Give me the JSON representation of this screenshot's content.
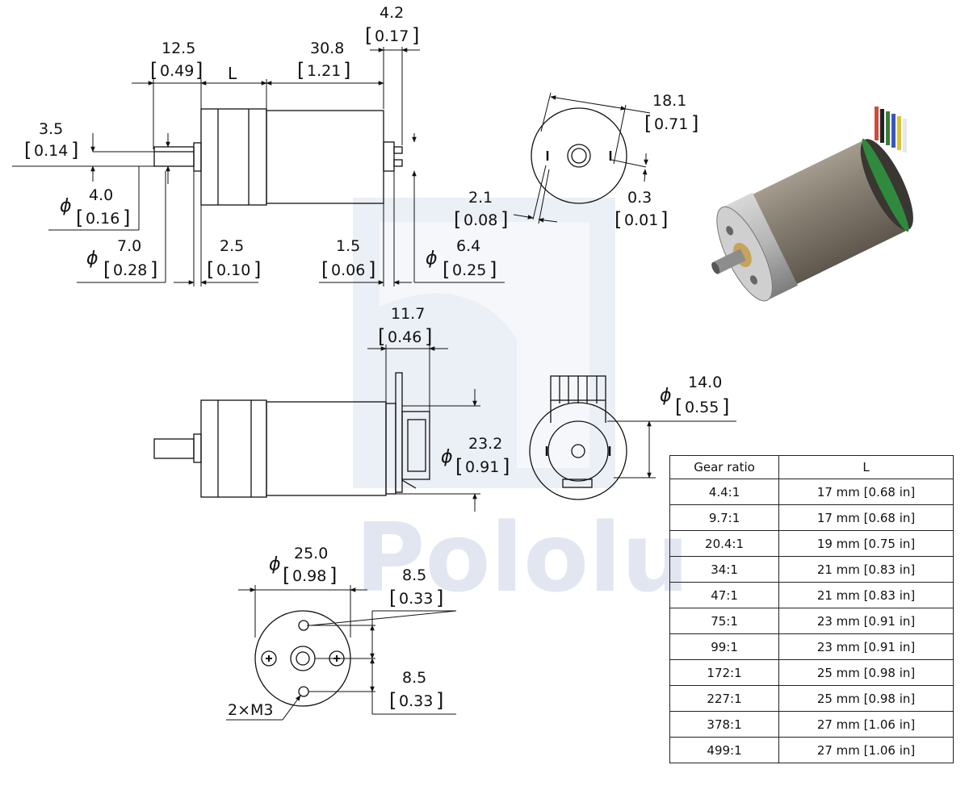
{
  "watermark": "Pololu",
  "side_view_top": {
    "dims": [
      {
        "id": "shaft-length",
        "value": "12.5",
        "inch": "0.49"
      },
      {
        "id": "gearbox-length",
        "label": "L"
      },
      {
        "id": "motor-length",
        "value": "30.8",
        "inch": "1.21"
      },
      {
        "id": "terminal-length",
        "value": "4.2",
        "inch": "0.17"
      },
      {
        "id": "shaft-flat",
        "value": "3.5",
        "inch": "0.14"
      },
      {
        "id": "shaft-diameter",
        "value": "4.0",
        "inch": "0.16"
      },
      {
        "id": "bushing-diameter",
        "value": "7.0",
        "inch": "0.28"
      },
      {
        "id": "bushing-length",
        "value": "2.5",
        "inch": "0.10"
      },
      {
        "id": "rear-bushing-length",
        "value": "1.5",
        "inch": "0.06"
      },
      {
        "id": "rear-bushing-diameter",
        "value": "6.4",
        "inch": "0.25"
      }
    ]
  },
  "rear_view_top": {
    "dims": [
      {
        "id": "terminal-span",
        "value": "18.1",
        "inch": "0.71"
      },
      {
        "id": "terminal-width",
        "value": "2.1",
        "inch": "0.08"
      },
      {
        "id": "terminal-thickness",
        "value": "0.3",
        "inch": "0.01"
      }
    ]
  },
  "side_view_encoder": {
    "dims": [
      {
        "id": "encoder-length",
        "value": "11.7",
        "inch": "0.46"
      },
      {
        "id": "encoder-height",
        "value": "23.2",
        "inch": "0.91"
      }
    ]
  },
  "rear_view_encoder": {
    "dims": [
      {
        "id": "encoder-disc-diameter",
        "value": "14.0",
        "inch": "0.55"
      }
    ]
  },
  "front_view": {
    "dims": [
      {
        "id": "gearbox-diameter",
        "value": "25.0",
        "inch": "0.98"
      },
      {
        "id": "hole-offset-top",
        "value": "8.5",
        "inch": "0.33"
      },
      {
        "id": "hole-offset-bottom",
        "value": "8.5",
        "inch": "0.33"
      }
    ],
    "mounting_label": "2×M3"
  },
  "gear_table": {
    "headers": [
      "Gear ratio",
      "L"
    ],
    "rows": [
      [
        "4.4:1",
        "17 mm [0.68 in]"
      ],
      [
        "9.7:1",
        "17 mm [0.68 in]"
      ],
      [
        "20.4:1",
        "19 mm [0.75 in]"
      ],
      [
        "34:1",
        "21 mm [0.83 in]"
      ],
      [
        "47:1",
        "21 mm [0.83 in]"
      ],
      [
        "75:1",
        "23 mm [0.91 in]"
      ],
      [
        "99:1",
        "23 mm [0.91 in]"
      ],
      [
        "172:1",
        "25 mm [0.98 in]"
      ],
      [
        "227:1",
        "25 mm [0.98 in]"
      ],
      [
        "378:1",
        "27 mm [1.06 in]"
      ],
      [
        "499:1",
        "27 mm [1.06 in]"
      ]
    ]
  }
}
